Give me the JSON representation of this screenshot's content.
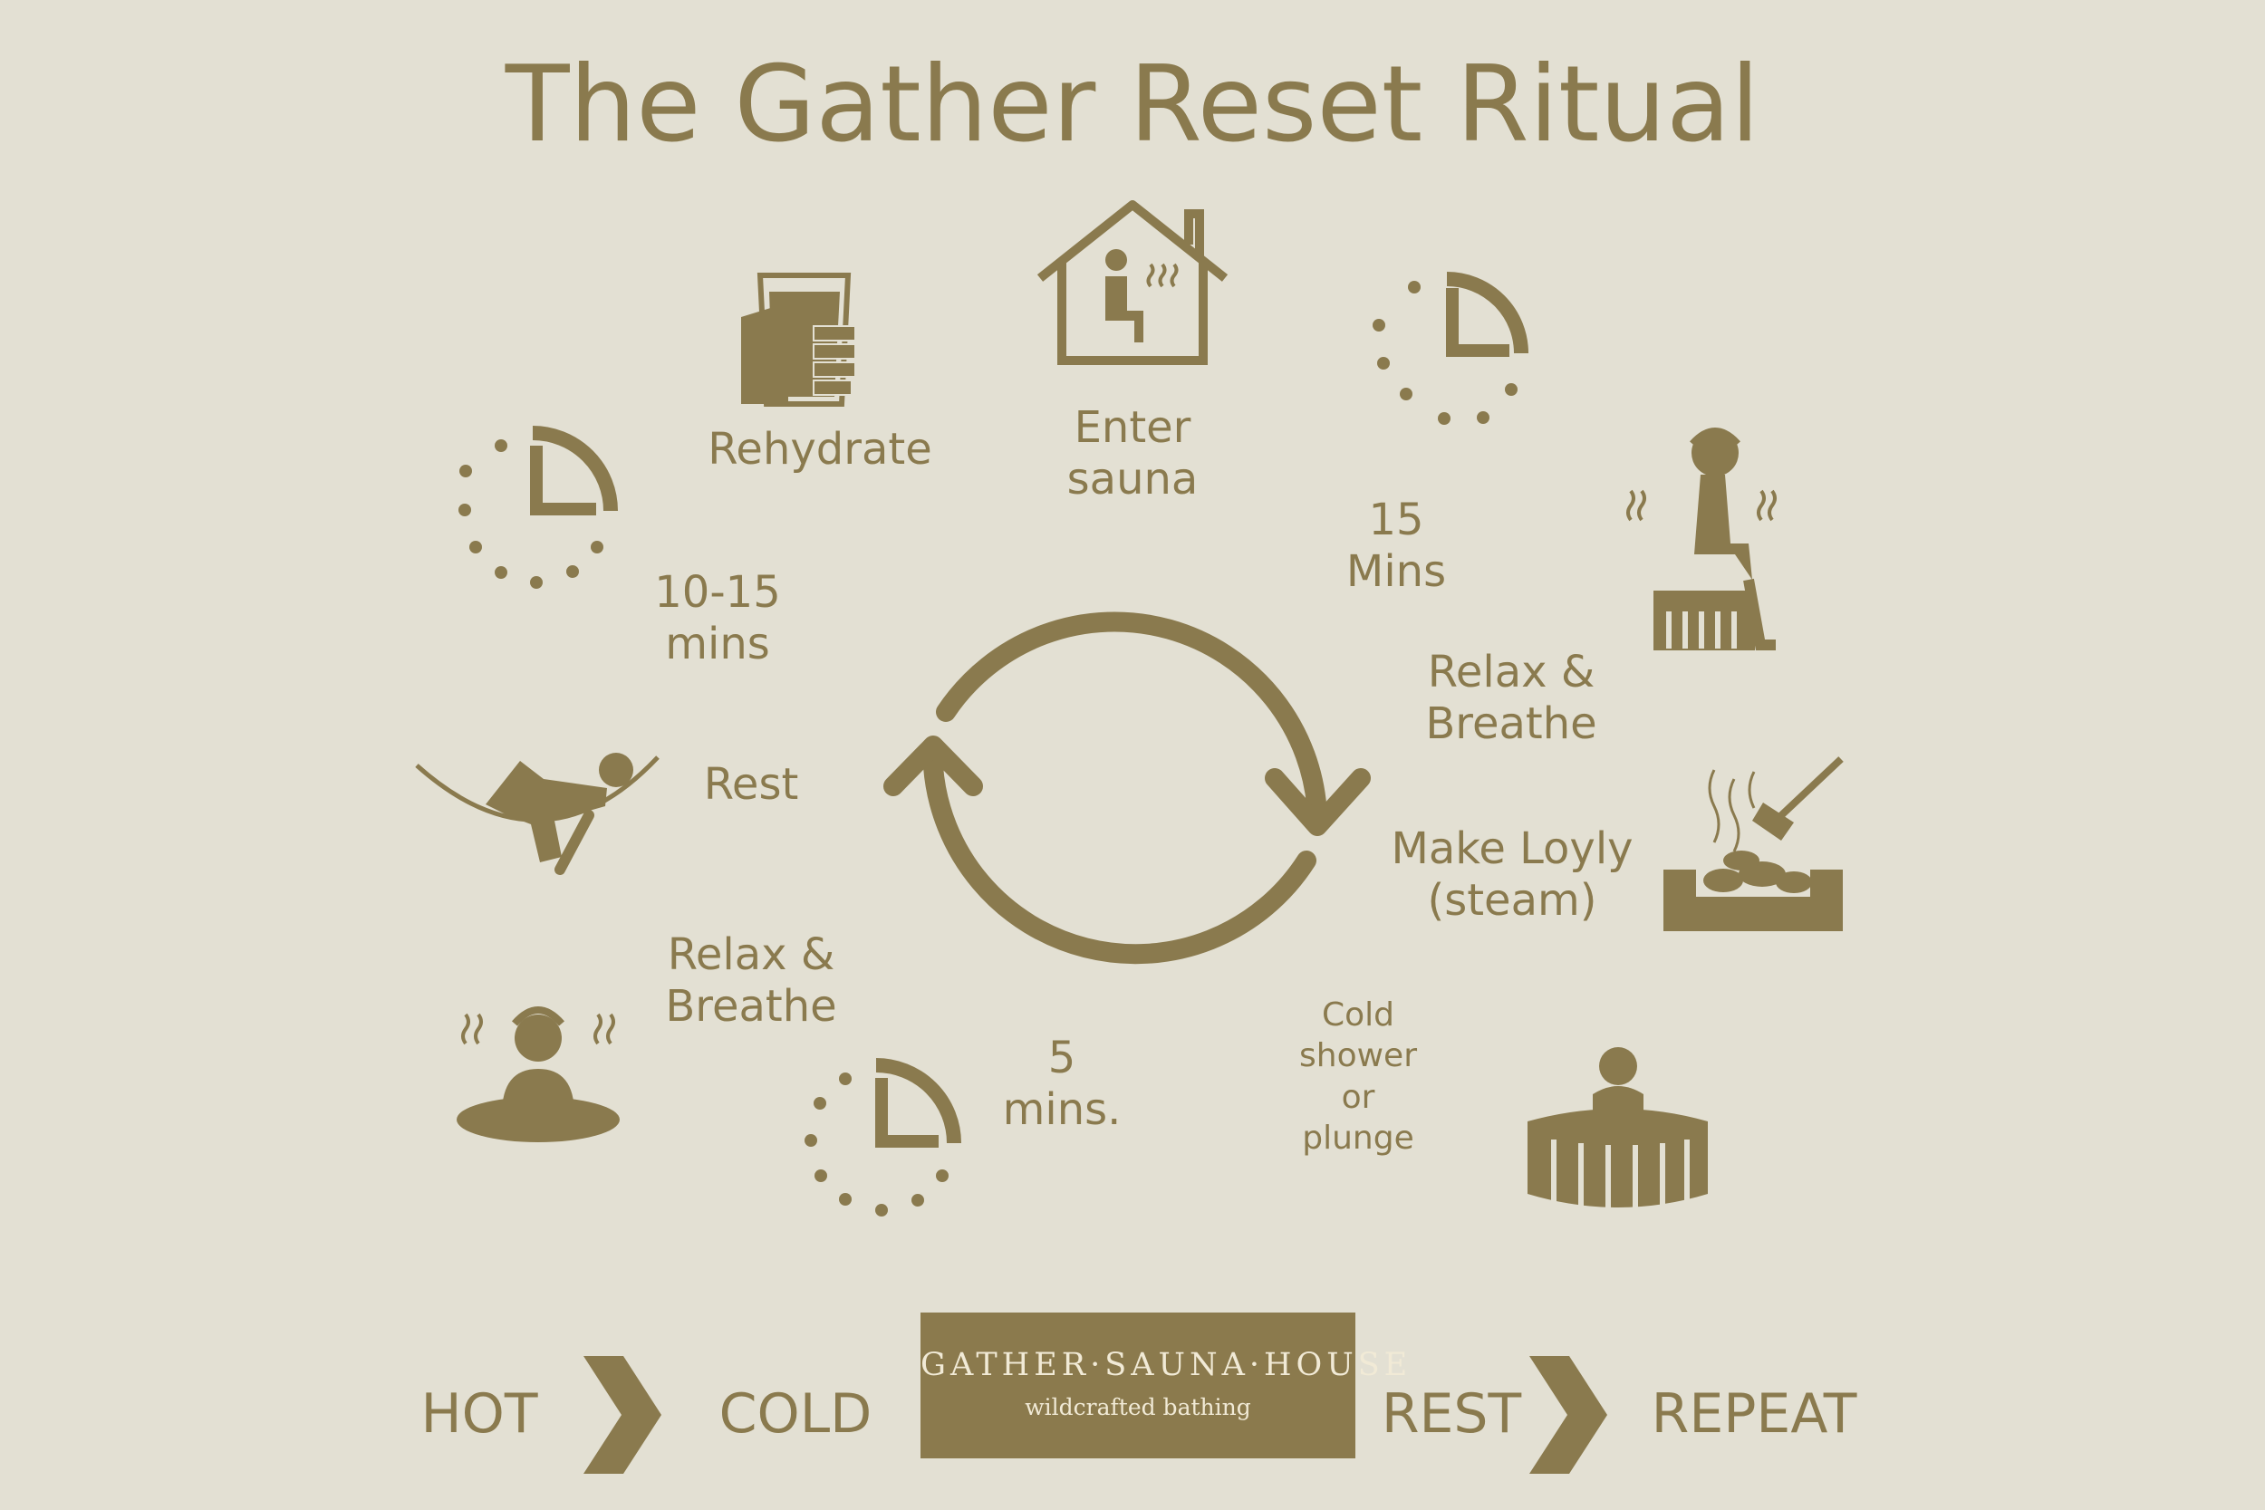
{
  "title": "The Gather Reset Ritual",
  "accent_color": "#8a7a4e",
  "background_color": "#e3e0d3",
  "steps": [
    {
      "label_line1": "Enter",
      "label_line2": "sauna",
      "icon": "sauna-house-icon"
    },
    {
      "duration_line1": "15",
      "duration_line2": "Mins",
      "icon": "timer-icon"
    },
    {
      "label_line1": "Relax &",
      "label_line2": "Breathe",
      "icon": "seated-sauna-person-icon"
    },
    {
      "label_line1": "Make Loyly",
      "label_line2": "(steam)",
      "icon": "loyly-ladle-stones-icon"
    },
    {
      "label_lines": [
        "Cold",
        "shower",
        "or",
        "plunge"
      ],
      "icon": "cold-plunge-tub-icon"
    },
    {
      "duration_line1": "5",
      "duration_line2": "mins.",
      "icon": "timer-icon"
    },
    {
      "label_line1": "Relax &",
      "label_line2": "Breathe",
      "icon": "bathing-person-icon"
    },
    {
      "label": "Rest",
      "icon": "hammock-icon"
    },
    {
      "duration_line1": "10-15",
      "duration_line2": "mins",
      "icon": "timer-icon"
    },
    {
      "label": "Rehydrate",
      "icon": "water-glass-icon"
    }
  ],
  "footer": {
    "hot": "HOT",
    "cold": "COLD",
    "rest": "REST",
    "repeat": "REPEAT",
    "logo_line1": "GATHER·SAUNA·HOUSE",
    "logo_line2": "wildcrafted bathing"
  }
}
